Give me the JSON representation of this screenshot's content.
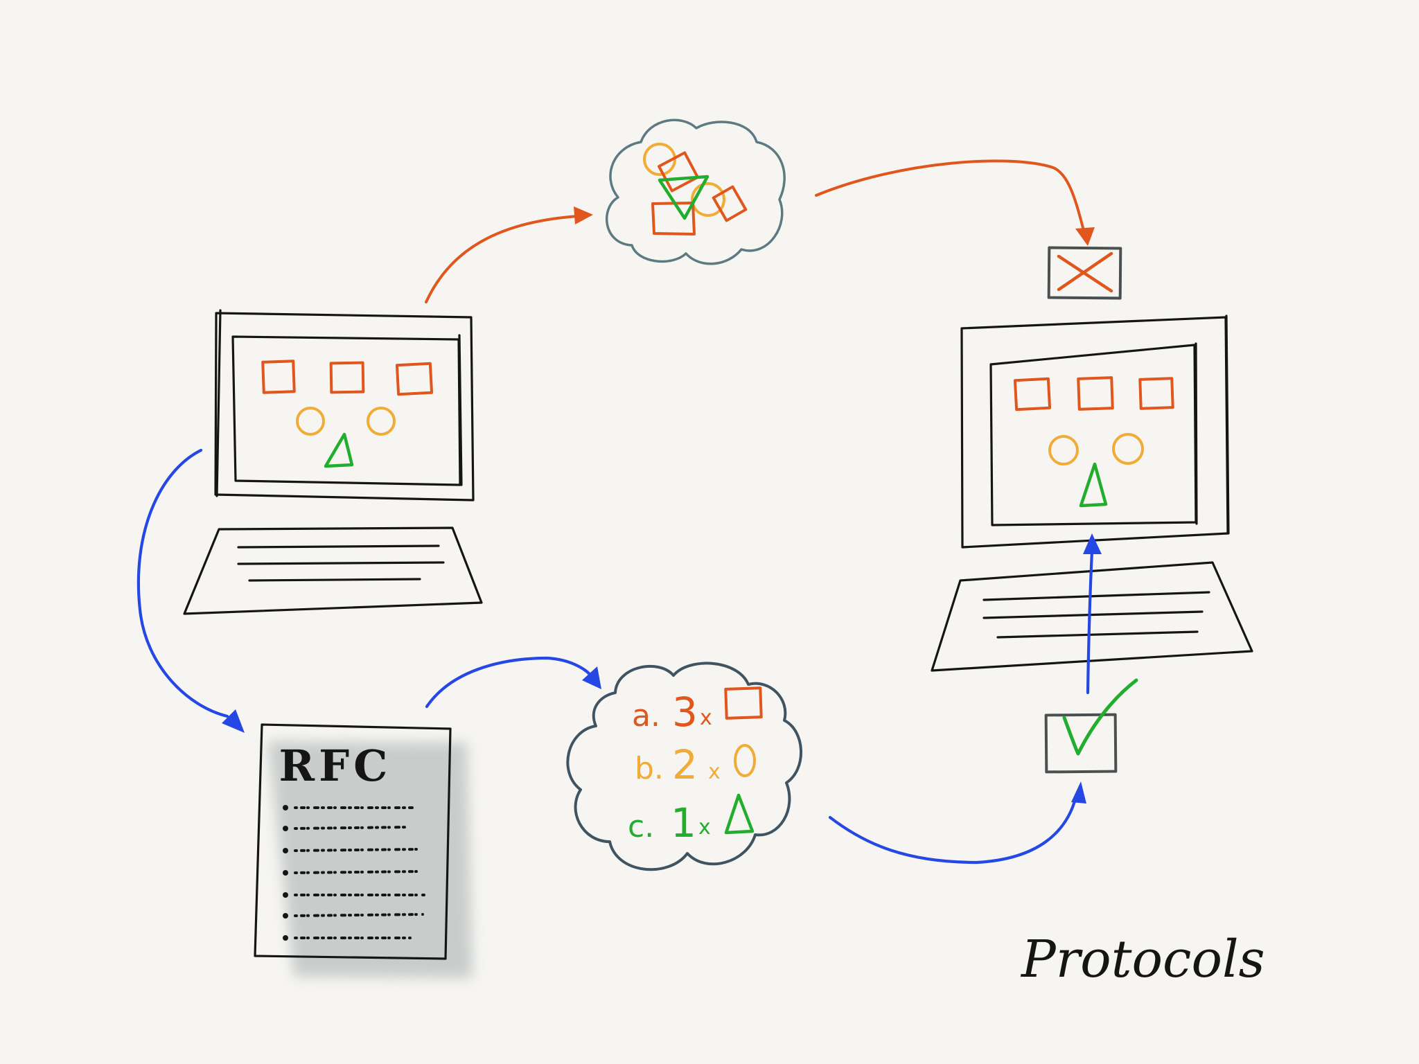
{
  "title": "Protocols",
  "document": {
    "heading": "RFC"
  },
  "message_cloud": {
    "items": [
      {
        "prefix": "a.",
        "count": "3",
        "times": "x",
        "shape": "square",
        "color": "#e0561c"
      },
      {
        "prefix": "b.",
        "count": "2",
        "times": "x",
        "shape": "circle",
        "color": "#f1ac37"
      },
      {
        "prefix": "c.",
        "count": "1",
        "times": "x",
        "shape": "triangle",
        "color": "#22ad2e"
      }
    ]
  },
  "colors": {
    "ink": "#151515",
    "orange": "#e0561c",
    "yellow": "#f1ac37",
    "green": "#22ad2e",
    "blue": "#2547e4",
    "box_gray": "#4a5052",
    "background": "#f6f5f1"
  },
  "icons": [
    "sender-computer-icon",
    "receiver-computer-icon",
    "scrambled-cloud-icon",
    "reject-box-icon",
    "rfc-document-icon",
    "accept-checkbox-icon"
  ]
}
